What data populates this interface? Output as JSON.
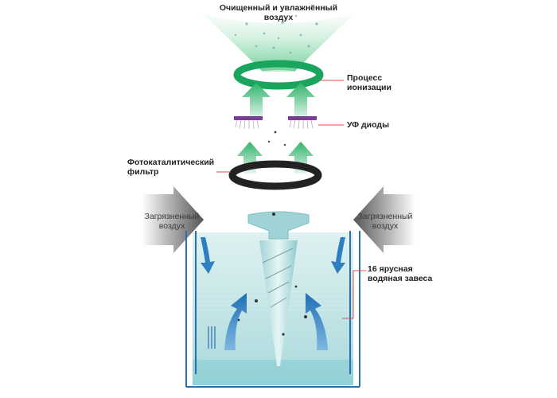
{
  "labels": {
    "top": "Очищенный и увлажнённый\nвоздух",
    "ionization": "Процесс\nионизации",
    "uv": "УФ диоды",
    "filter": "Фотокаталитический\nфильтр",
    "dirty_left": "Загрязненный\nвоздух",
    "dirty_right": "Загрязненный\nвоздух",
    "curtain": "16 ярусная\nводяная завеса"
  },
  "colors": {
    "green": "#2fb36a",
    "green_light": "#c9eed6",
    "ring_green": "#1aa55e",
    "purple": "#7a3c9a",
    "black_ring": "#222222",
    "gray_arrow": "#7a7a7a",
    "water": "#bfe3e4",
    "water_deep": "#8ccfd3",
    "blue_arrow": "#2d7fc0",
    "leader": "#d9534f",
    "tank_outline": "#2a6fb0"
  },
  "icons": {
    "up_arrow": "up-arrow-icon",
    "curved_arrow": "curved-up-arrow-icon",
    "down_arrow": "down-arrow-icon",
    "gray_arrow": "gray-arrow-icon"
  }
}
